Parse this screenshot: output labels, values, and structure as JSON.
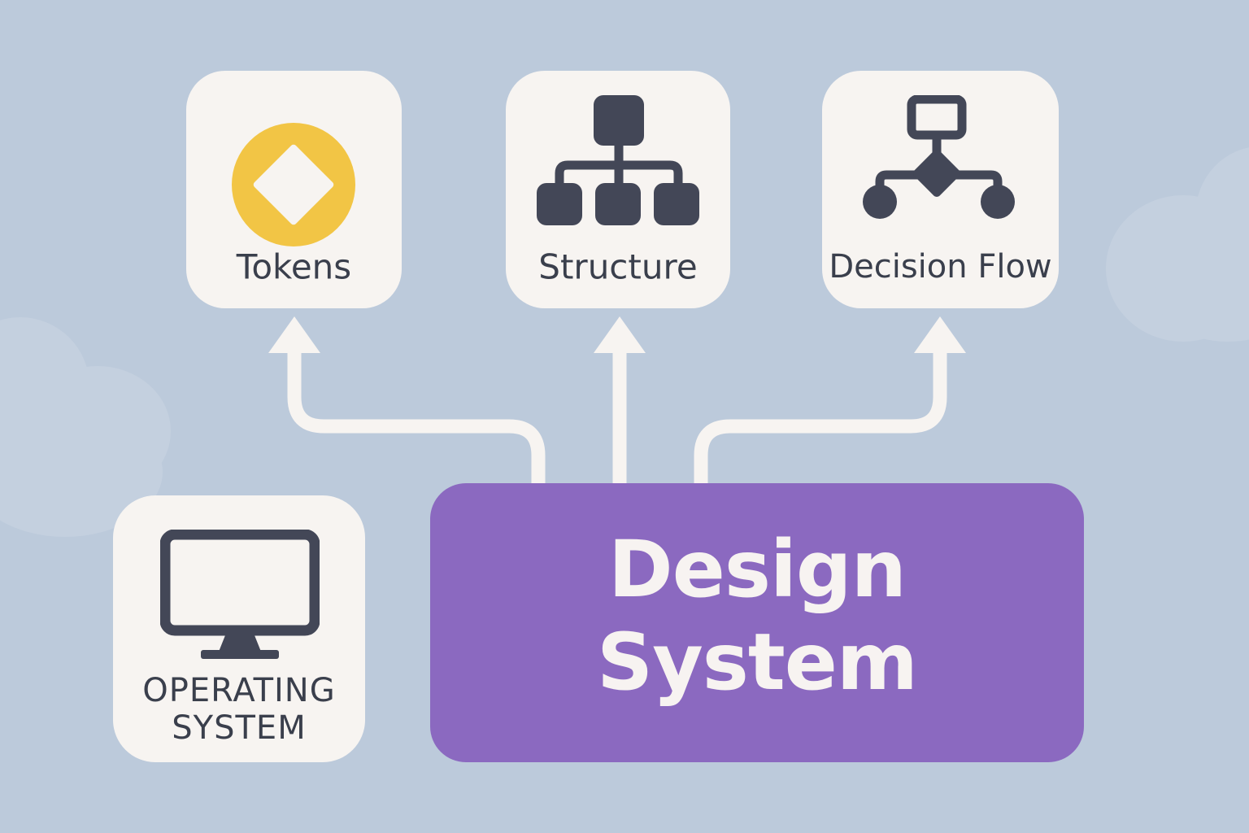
{
  "diagram": {
    "center": {
      "lines": [
        "Design",
        "System"
      ]
    },
    "nodes": [
      {
        "id": "tokens",
        "label": "Tokens",
        "icon": "diamond-icon",
        "icon_color": "#f2c545"
      },
      {
        "id": "structure",
        "label": "Structure",
        "icon": "hierarchy-icon",
        "icon_color": "#434757"
      },
      {
        "id": "decision",
        "label": "Decision Flow",
        "icon": "decision-flow-icon",
        "icon_color": "#434757"
      },
      {
        "id": "os",
        "lines": [
          "OPERATING",
          "SYSTEM"
        ],
        "icon": "monitor-icon",
        "icon_color": "#434757"
      }
    ],
    "edges": [
      {
        "from": "center",
        "to": "tokens",
        "arrow": "to"
      },
      {
        "from": "center",
        "to": "structure",
        "arrow": "to"
      },
      {
        "from": "center",
        "to": "decision",
        "arrow": "to"
      }
    ],
    "colors": {
      "background": "#bccadb",
      "card": "#f7f4f1",
      "center_box": "#8b69c0",
      "connector": "#f7f4f1",
      "text_dark": "#3a3f4c"
    }
  }
}
